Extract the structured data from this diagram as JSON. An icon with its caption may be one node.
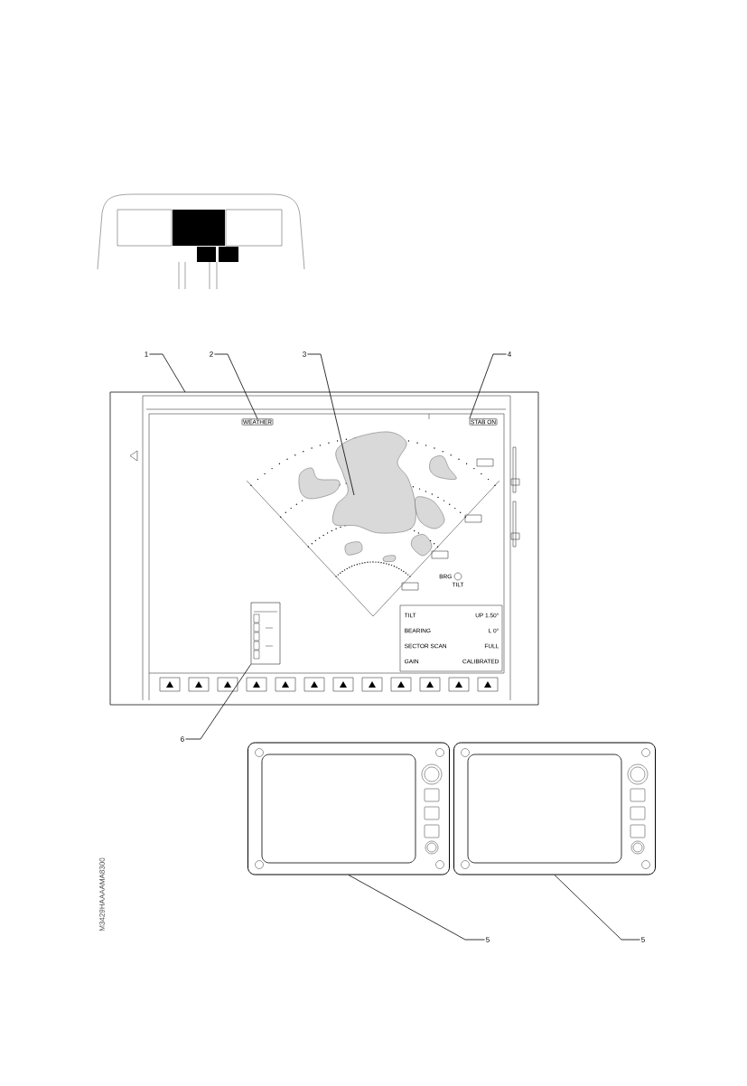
{
  "diagram": {
    "nodes": [
      {
        "text": [
          "1"
        ]
      },
      {
        "text": [
          "2"
        ]
      },
      {
        "text": [
          "3"
        ]
      },
      {
        "text": [
          "4"
        ]
      },
      {
        "text": [
          "WEATHER"
        ]
      },
      {
        "text": [
          "STAB ON"
        ]
      },
      {
        "text": [],
        "shape": "box"
      },
      {
        "text": [
          "6"
        ]
      },
      {
        "text": [],
        "shape": "box"
      },
      {
        "text": [],
        "shape": "box"
      },
      {
        "text": [
          "5"
        ]
      },
      {
        "text": [
          "5"
        ]
      }
    ],
    "edges": [
      {
        "from": 0,
        "to": null,
        "arrow": "none"
      },
      {
        "from": 1,
        "to": 4,
        "arrow": "none"
      },
      {
        "from": 2,
        "to": null,
        "arrow": "none"
      },
      {
        "from": 3,
        "to": 5,
        "arrow": "none"
      },
      {
        "from": 7,
        "to": 6,
        "arrow": "none"
      },
      {
        "from": 10,
        "to": 8,
        "arrow": "none"
      },
      {
        "from": 11,
        "to": 9,
        "arrow": "none"
      }
    ],
    "labels": [
      "BRG",
      "TILT",
      "TILT",
      "UP 1.50°",
      "BEARING",
      "L 0°",
      "SECTOR SCAN",
      "FULL",
      "GAIN",
      "CALIBRATED",
      "M3429HAAAAMA8300"
    ]
  }
}
